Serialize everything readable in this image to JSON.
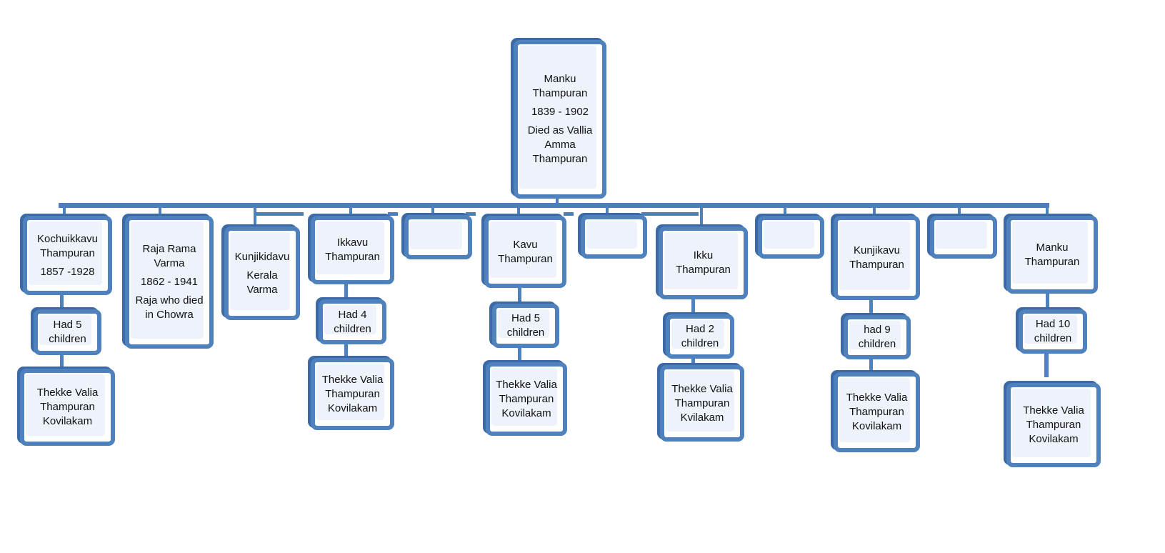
{
  "root": {
    "name": "Manku Thampuran",
    "years": "1839 - 1902",
    "note": "Died as Vallia Amma Thampuran"
  },
  "children": [
    {
      "name": "Kochuikkavu Thampuran",
      "years": "1857 -1928",
      "note": "",
      "children_note": "Had 5 children",
      "house": "Thekke Valia Thampuran Kovilakam"
    },
    {
      "name": "Raja Rama Varma",
      "years": "1862 - 1941",
      "note": "Raja who died in Chowra",
      "children_note": "",
      "house": ""
    },
    {
      "name": "Kunjikidavu",
      "years": "",
      "note": "Kerala Varma",
      "children_note": "",
      "house": ""
    },
    {
      "name": "Ikkavu Thampuran",
      "years": "",
      "note": "",
      "children_note": "Had 4 children",
      "house": "Thekke Valia Thampuran Kovilakam"
    },
    {
      "name": "",
      "years": "",
      "note": "",
      "children_note": "",
      "house": ""
    },
    {
      "name": "Kavu Thampuran",
      "years": "",
      "note": "",
      "children_note": "Had 5 children",
      "house": "Thekke Valia Thampuran Kovilakam"
    },
    {
      "name": "",
      "years": "",
      "note": "",
      "children_note": "",
      "house": ""
    },
    {
      "name": "Ikku Thampuran",
      "years": "",
      "note": "",
      "children_note": "Had 2 children",
      "house": "Thekke Valia Thampuran Kvilakam"
    },
    {
      "name": "",
      "years": "",
      "note": "",
      "children_note": "",
      "house": ""
    },
    {
      "name": "Kunjikavu Thampuran",
      "years": "",
      "note": "",
      "children_note": "had 9 children",
      "house": "Thekke Valia Thampuran Kovilakam"
    },
    {
      "name": "",
      "years": "",
      "note": "",
      "children_note": "",
      "house": ""
    },
    {
      "name": "Manku Thampuran",
      "years": "",
      "note": "",
      "children_note": "Had 10 children",
      "house": "Thekke Valia Thampuran Kovilakam"
    }
  ],
  "colors": {
    "line": "#4d7dbd",
    "border": "#4f81bd",
    "fill": "#eef3fb"
  }
}
